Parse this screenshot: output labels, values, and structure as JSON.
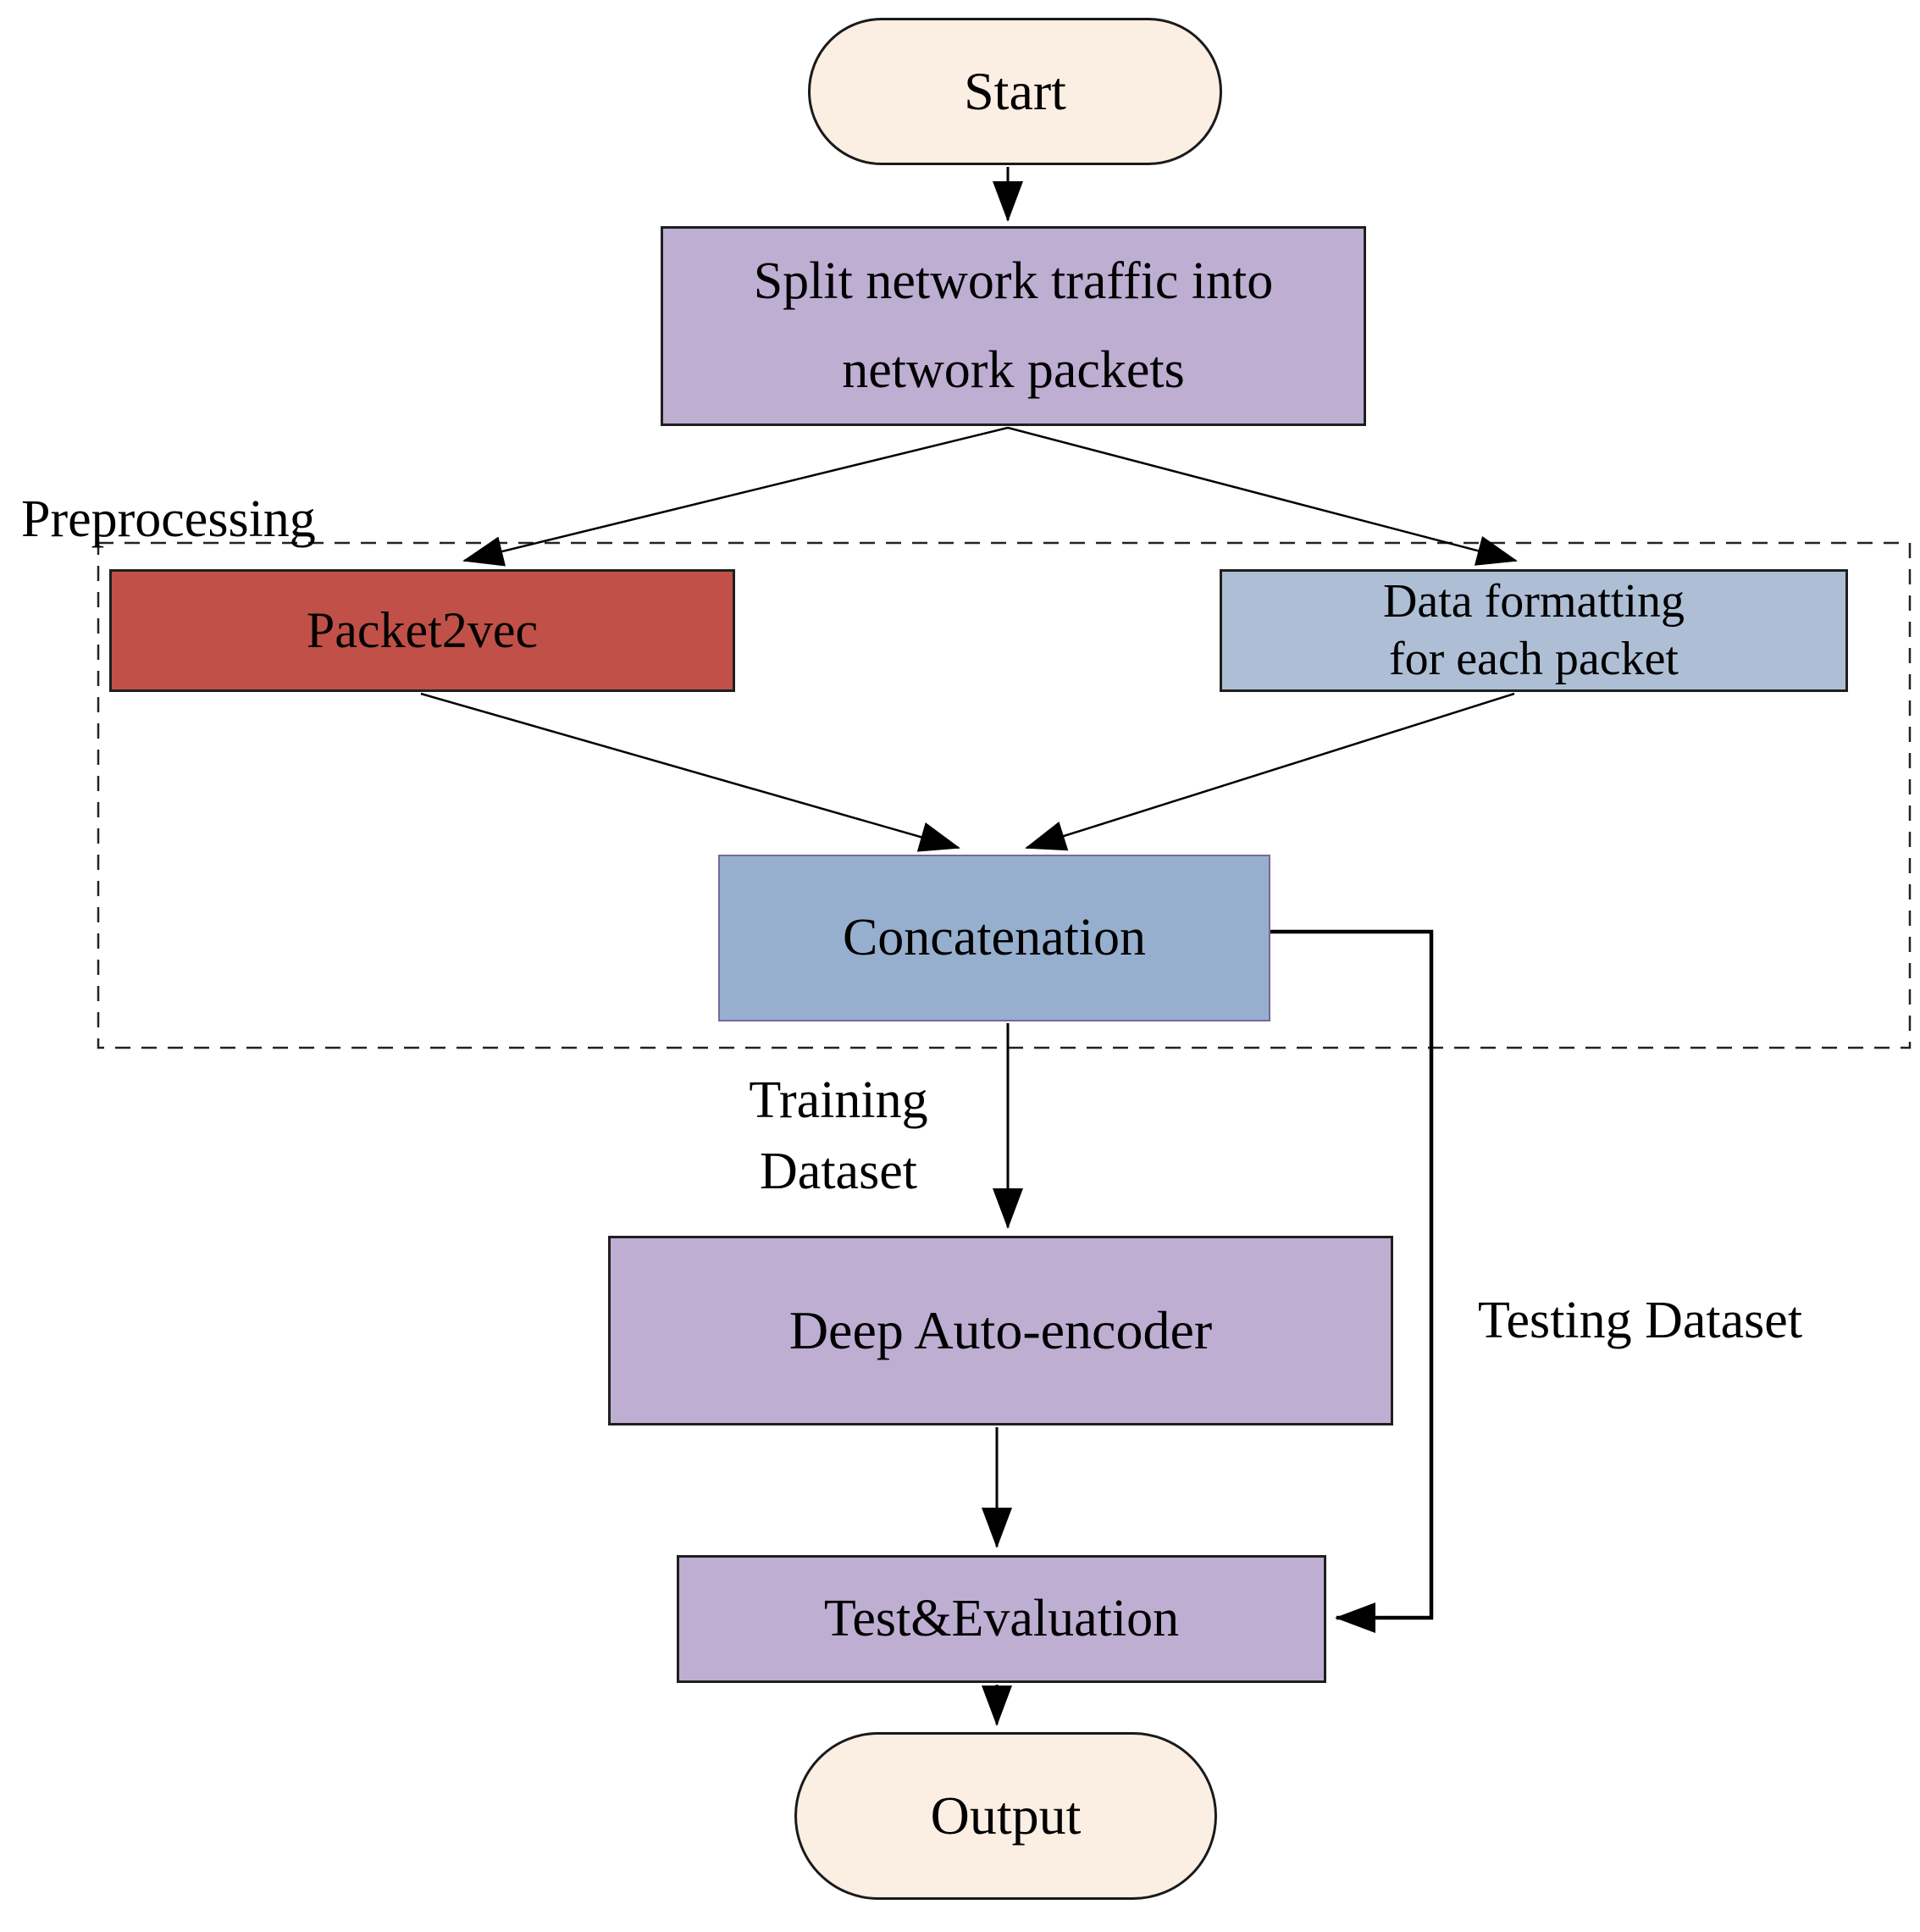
{
  "colors": {
    "canvas-bg": "#FFFFFF",
    "terminal-fill": "#FBEEE2",
    "terminal-border": "#1A1A1A",
    "process-fill": "#BDAED2",
    "process-border": "#1F1F1F",
    "packet2vec-fill": "#C05048",
    "dataformat-fill": "#AEBED4",
    "concat-fill": "#97AFCE",
    "concat-border": "#79689B",
    "line": "#000000"
  },
  "nodes": {
    "start": {
      "label": "Start"
    },
    "split": {
      "line1": "Split network traffic into",
      "line2": "network packets"
    },
    "packet2vec": {
      "label": "Packet2vec"
    },
    "dataformat": {
      "line1": "Data formatting",
      "line2": "for each packet"
    },
    "concatenation": {
      "label": "Concatenation"
    },
    "deep_autoencoder": {
      "label": "Deep Auto-encoder"
    },
    "test_evaluation": {
      "label": "Test&Evaluation"
    },
    "output": {
      "label": "Output"
    }
  },
  "labels": {
    "preprocessing": "Preprocessing",
    "training_line1": "Training",
    "training_line2": "Dataset",
    "testing": "Testing Dataset"
  }
}
